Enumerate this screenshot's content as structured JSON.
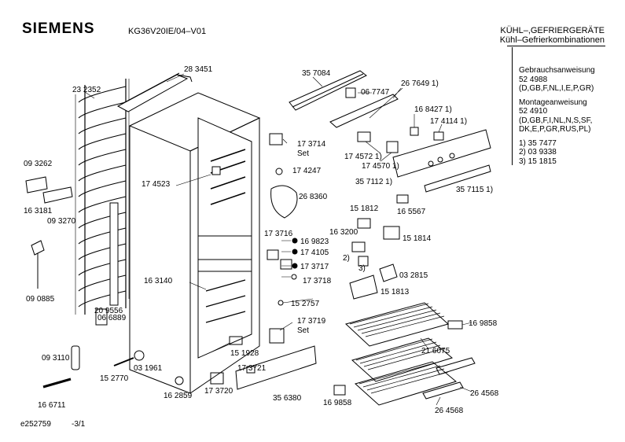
{
  "header": {
    "brand": "SIEMENS",
    "model": "KG36V20IE/04–V01",
    "category_line1": "KÜHL–,GEFRIERGERÄTE",
    "category_line2": "Kühl–Gefrierkombinationen"
  },
  "info": {
    "user_manual_title": "Gebrauchsanweisung",
    "user_manual_number": "52 4988",
    "user_manual_langs": "(D,GB,F,NL,I,E,P,GR)",
    "install_manual_title": "Montageanweisung",
    "install_manual_number": "52 4910",
    "install_manual_langs_1": "(D,GB,F,I,NL,N,S,SF,",
    "install_manual_langs_2": "DK,E,P,GR,RUS,PL)",
    "notes": [
      "1) 35 7477",
      "2) 03 9338",
      "3) 15 1815"
    ]
  },
  "footer": {
    "doc_id": "e252759",
    "page": "-3/1"
  },
  "parts": [
    {
      "id": "p283451",
      "text": "28 3451"
    },
    {
      "id": "p232352",
      "text": "23 2352"
    },
    {
      "id": "p357084",
      "text": "35 7084"
    },
    {
      "id": "p267649",
      "text": "26 7649 1)"
    },
    {
      "id": "p067747",
      "text": "06 7747"
    },
    {
      "id": "p168427",
      "text": "16 8427 1)"
    },
    {
      "id": "p174114",
      "text": "17 4114 1)"
    },
    {
      "id": "p173714",
      "text": "17 3714"
    },
    {
      "id": "set1",
      "text": "Set"
    },
    {
      "id": "p174572",
      "text": "17 4572 1)"
    },
    {
      "id": "p174570",
      "text": "17 4570 1)"
    },
    {
      "id": "p093262",
      "text": "09 3262"
    },
    {
      "id": "p174247",
      "text": "17 4247"
    },
    {
      "id": "p357112",
      "text": "35 7112 1)"
    },
    {
      "id": "p357115",
      "text": "35 7115 1)"
    },
    {
      "id": "p174523",
      "text": "17 4523"
    },
    {
      "id": "p268360",
      "text": "26 8360"
    },
    {
      "id": "p163181",
      "text": "16 3181"
    },
    {
      "id": "p093270",
      "text": "09 3270"
    },
    {
      "id": "p151812",
      "text": "15 1812"
    },
    {
      "id": "p165567",
      "text": "16 5567"
    },
    {
      "id": "p173716",
      "text": "17 3716"
    },
    {
      "id": "p169823",
      "text": "16 9823"
    },
    {
      "id": "p163200",
      "text": "16 3200"
    },
    {
      "id": "p151814",
      "text": "15 1814"
    },
    {
      "id": "p174105",
      "text": "17 4105"
    },
    {
      "id": "n2",
      "text": "2)"
    },
    {
      "id": "p173717",
      "text": "17 3717"
    },
    {
      "id": "p163140",
      "text": "16 3140"
    },
    {
      "id": "n3",
      "text": "3)"
    },
    {
      "id": "p173718",
      "text": "17 3718"
    },
    {
      "id": "p032815",
      "text": "03 2815"
    },
    {
      "id": "p151813",
      "text": "15 1813"
    },
    {
      "id": "p090885",
      "text": "09 0885"
    },
    {
      "id": "p209556",
      "text": "20 9556"
    },
    {
      "id": "p152757",
      "text": "15 2757"
    },
    {
      "id": "p066889",
      "text": "06 6889"
    },
    {
      "id": "p173719",
      "text": "17 3719"
    },
    {
      "id": "set2",
      "text": "Set"
    },
    {
      "id": "p169858a",
      "text": "16 9858"
    },
    {
      "id": "p151928",
      "text": "15 1928"
    },
    {
      "id": "p093110",
      "text": "09 3110"
    },
    {
      "id": "p031961",
      "text": "03 1961"
    },
    {
      "id": "p173721",
      "text": "17 3721"
    },
    {
      "id": "p216075",
      "text": "21 6075"
    },
    {
      "id": "p152770",
      "text": "15 2770"
    },
    {
      "id": "p162859",
      "text": "16 2859"
    },
    {
      "id": "p173720",
      "text": "17 3720"
    },
    {
      "id": "p356380",
      "text": "35 6380"
    },
    {
      "id": "p264568a",
      "text": "26 4568"
    },
    {
      "id": "p166711",
      "text": "16 6711"
    },
    {
      "id": "p169858b",
      "text": "16 9858"
    },
    {
      "id": "p264568b",
      "text": "26 4568"
    }
  ]
}
